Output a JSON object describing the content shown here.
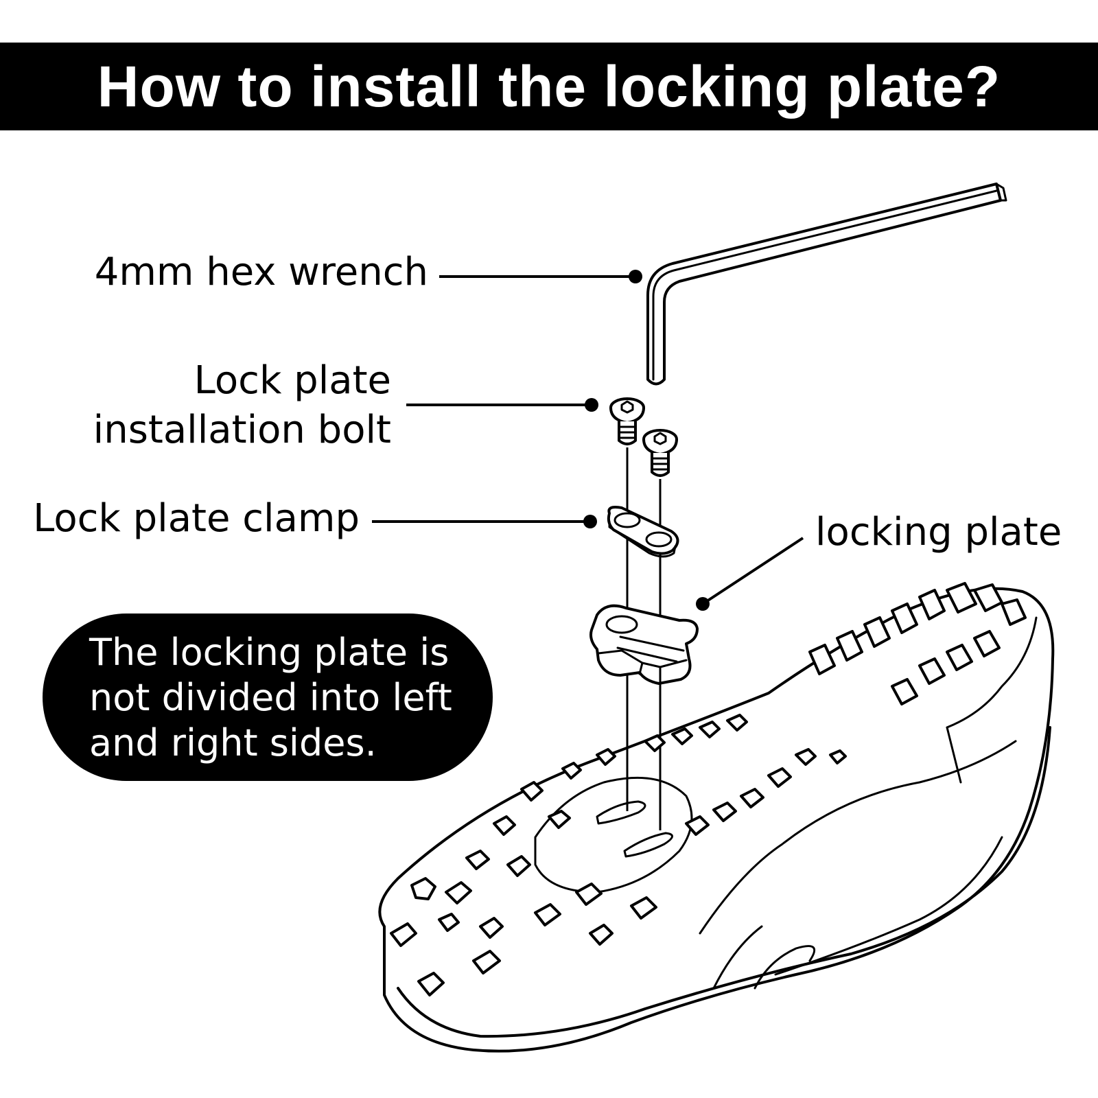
{
  "header": {
    "title": "How to install the locking plate?"
  },
  "labels": {
    "wrench": "4mm hex wrench",
    "bolt_line1": "Lock plate",
    "bolt_line2": "installation bolt",
    "clamp": "Lock plate clamp",
    "plate": "locking plate"
  },
  "note": {
    "line1": "The locking plate is",
    "line2": "not divided into left",
    "line3": "and right sides."
  },
  "colors": {
    "bar": "#000000",
    "text_on_bar": "#ffffff",
    "line": "#000000"
  }
}
